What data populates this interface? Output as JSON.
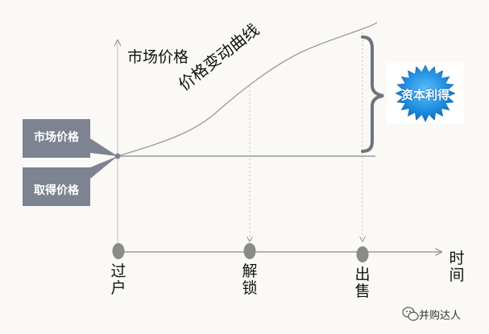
{
  "y_axis_label": "市场价格",
  "curve_label": "价格变动曲线",
  "market_price_label": "市场价格",
  "acquisition_price_label": "取得价格",
  "capital_gain_label": "资本利得",
  "x_axis_label": "时间",
  "milestones": [
    {
      "label": "过户"
    },
    {
      "label": "解锁"
    },
    {
      "label": "出售"
    }
  ],
  "watermark": "并购达人",
  "colors": {
    "callout_gray": "#7d8390",
    "curve_gray": "#9a9a9a",
    "starburst_blue": "#1e8fe0",
    "milestone_dot": "#8a8a8a"
  },
  "icons": [
    "wechat-icon"
  ]
}
